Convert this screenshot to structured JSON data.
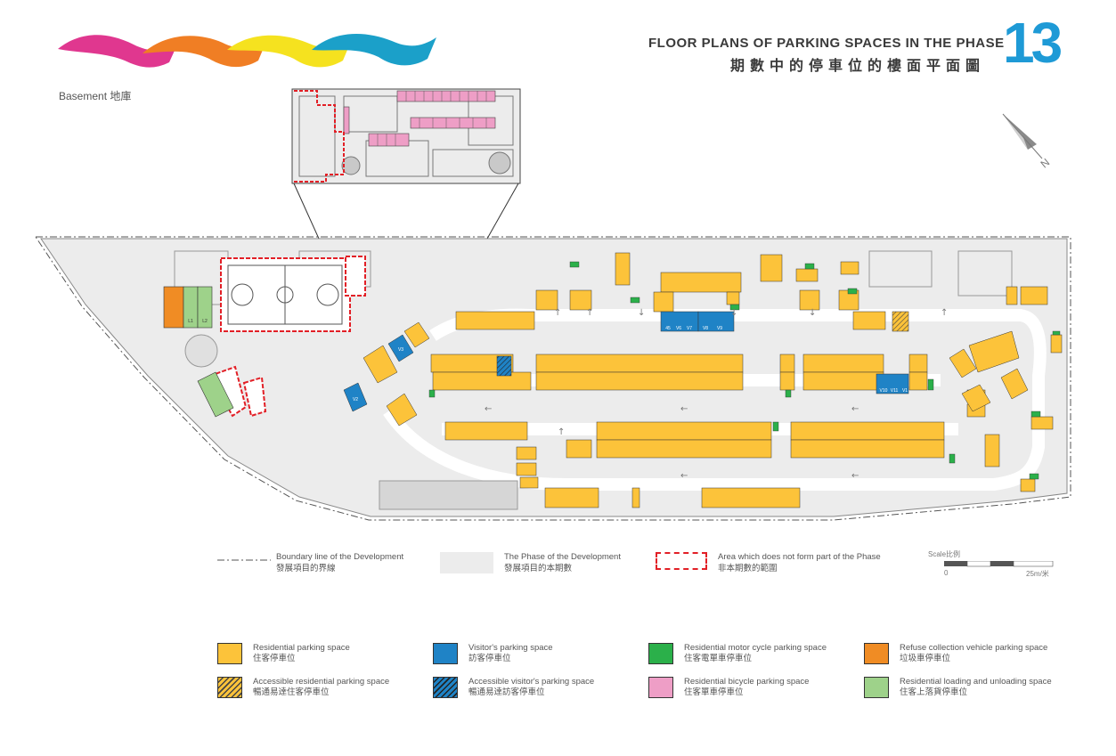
{
  "header": {
    "title_en": "FLOOR PLANS OF PARKING SPACES IN THE PHASE",
    "title_zh": "期數中的停車位的樓面平面圖",
    "page_number": "13",
    "floor_label": "Basement 地庫"
  },
  "compass": {
    "north_letter": "N"
  },
  "colors": {
    "residential": "#fcc33a",
    "visitor": "#1f83c6",
    "motorcycle": "#2bb04a",
    "refuse": "#f08c24",
    "bicycle": "#ee9ec6",
    "loading": "#9ed28a",
    "excluded": "#e21f26",
    "phase_fill": "#ececec",
    "brand_blue": "#1e9ad6"
  },
  "plan": {
    "aisle_spaces": [
      "45",
      "V6",
      "V7",
      "V8",
      "V9",
      "V10",
      "V11",
      "V1",
      "V2",
      "V3"
    ],
    "loading_bays": [
      "L1",
      "L2"
    ]
  },
  "map_legend": {
    "boundary": {
      "en": "Boundary line of the Development",
      "zh": "發展項目的界線"
    },
    "phase": {
      "en": "The Phase of the Development",
      "zh": "發展項目的本期數"
    },
    "excluded": {
      "en": "Area which does not form part of the Phase",
      "zh": "非本期數的範圍"
    }
  },
  "scale": {
    "label": "Scale比例",
    "start": "0",
    "end": "25m/米"
  },
  "legend": [
    {
      "en": "Residential parking space",
      "zh": "住客停車位"
    },
    {
      "en": "Visitor's parking space",
      "zh": "訪客停車位"
    },
    {
      "en": "Residential motor cycle parking space",
      "zh": "住客電單車停車位"
    },
    {
      "en": "Refuse collection vehicle parking space",
      "zh": "垃圾車停車位"
    },
    {
      "en": "Accessible residential parking space",
      "zh": "暢通易達住客停車位"
    },
    {
      "en": "Accessible visitor's parking space",
      "zh": "暢通易達訪客停車位"
    },
    {
      "en": "Residential bicycle parking space",
      "zh": "住客單車停車位"
    },
    {
      "en": "Residential loading and unloading space",
      "zh": "住客上落貨停車位"
    }
  ]
}
